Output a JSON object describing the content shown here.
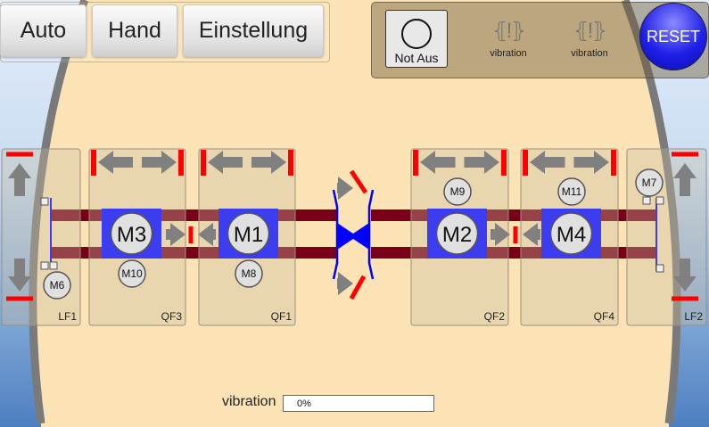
{
  "toolbar": {
    "auto": "Auto",
    "hand": "Hand",
    "einstellung": "Einstellung"
  },
  "status": {
    "not_aus": "Not Aus",
    "vibration1": "vibration",
    "vibration2": "vibration",
    "reset": "RESET",
    "vib_icon": "vibration-warning-icon"
  },
  "zones": [
    {
      "label": "LF1"
    },
    {
      "label": "QF3"
    },
    {
      "label": "QF1"
    },
    {
      "label": "QF2"
    },
    {
      "label": "QF4"
    },
    {
      "label": "LF2"
    }
  ],
  "motors": {
    "M1": "M1",
    "M2": "M2",
    "M3": "M3",
    "M4": "M4",
    "M6": "M6",
    "M7": "M7",
    "M8": "M8",
    "M9": "M9",
    "M10": "M10",
    "M11": "M11"
  },
  "vibration": {
    "label": "vibration",
    "value": "0%",
    "percent": 0
  },
  "colors": {
    "rail": "#7a0019",
    "motor": "#3c3cf0",
    "limit": "#ff0000",
    "arrow": "#808080"
  }
}
